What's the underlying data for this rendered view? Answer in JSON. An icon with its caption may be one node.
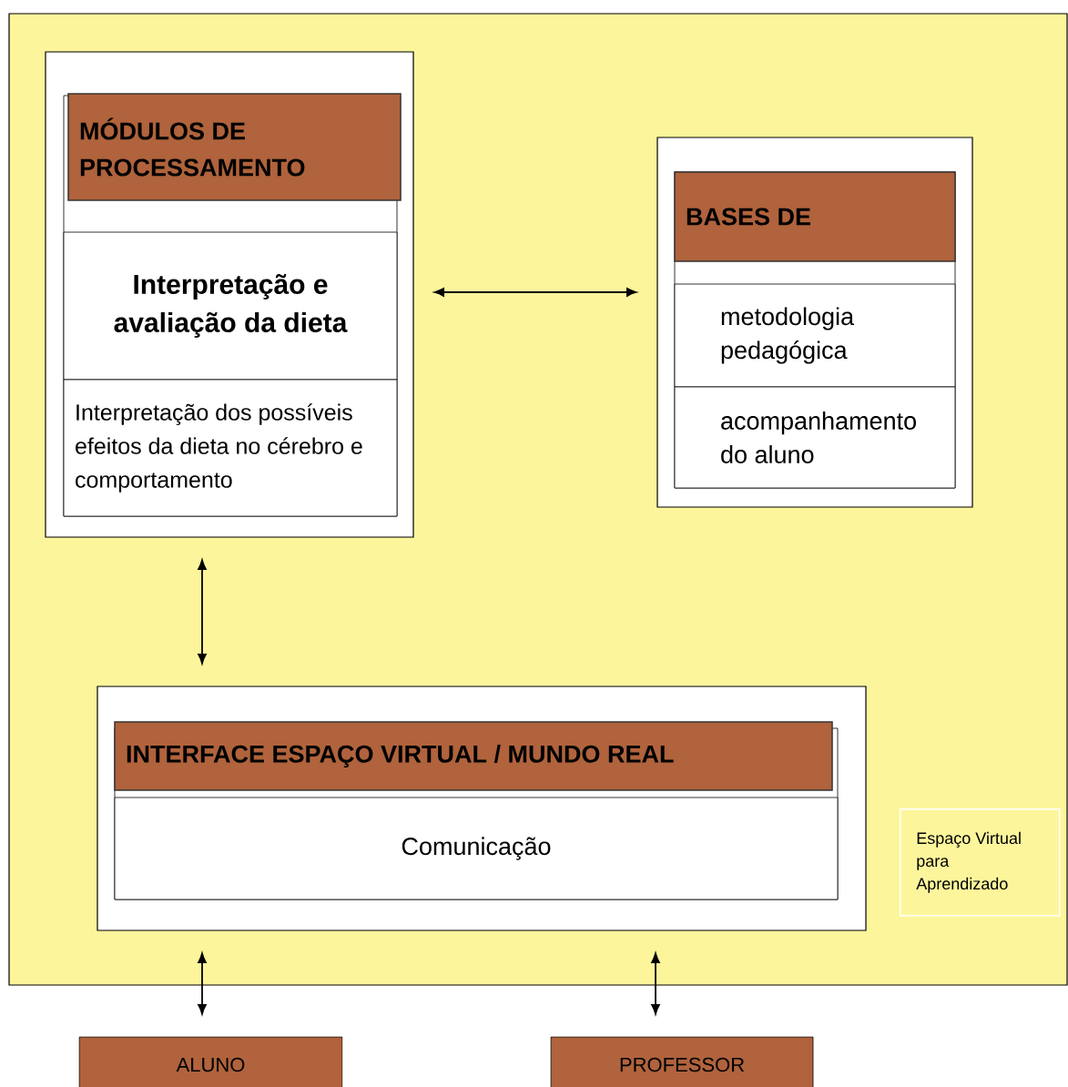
{
  "diagram": {
    "nodes": [
      {
        "text": [
          "Espaço Virtual para Aprendizado"
        ]
      },
      {
        "text": [],
        "shape": "box",
        "in": 0
      },
      {
        "text": [
          "MÓDULOS DE PROCESSAMENTO"
        ],
        "in": 1
      },
      {
        "text": [
          "Interpretação e avaliação da dieta"
        ],
        "in": 1
      },
      {
        "text": [
          "Interpretação dos possíveis efeitos da dieta no cérebro e comportamento"
        ],
        "in": 1
      },
      {
        "text": [],
        "shape": "box",
        "in": 0
      },
      {
        "text": [
          "BASES DE"
        ],
        "in": 5
      },
      {
        "text": [
          "metodologia pedagógica"
        ],
        "in": 5
      },
      {
        "text": [
          "acompanhamento do aluno"
        ],
        "in": 5
      },
      {
        "text": [],
        "shape": "box",
        "in": 0
      },
      {
        "text": [
          "INTERFACE ESPAÇO VIRTUAL / MUNDO REAL"
        ],
        "in": 9
      },
      {
        "text": [
          "Comunicação"
        ],
        "in": 9
      },
      {
        "text": [
          "ALUNO"
        ]
      },
      {
        "text": [
          "PROFESSOR"
        ]
      }
    ],
    "edges": [
      {
        "from": 1,
        "to": 5,
        "arrow": "both"
      },
      {
        "from": 1,
        "to": 9,
        "arrow": "both"
      },
      {
        "from": 9,
        "to": 12,
        "arrow": "both"
      },
      {
        "from": 9,
        "to": 13,
        "arrow": "both"
      }
    ]
  }
}
